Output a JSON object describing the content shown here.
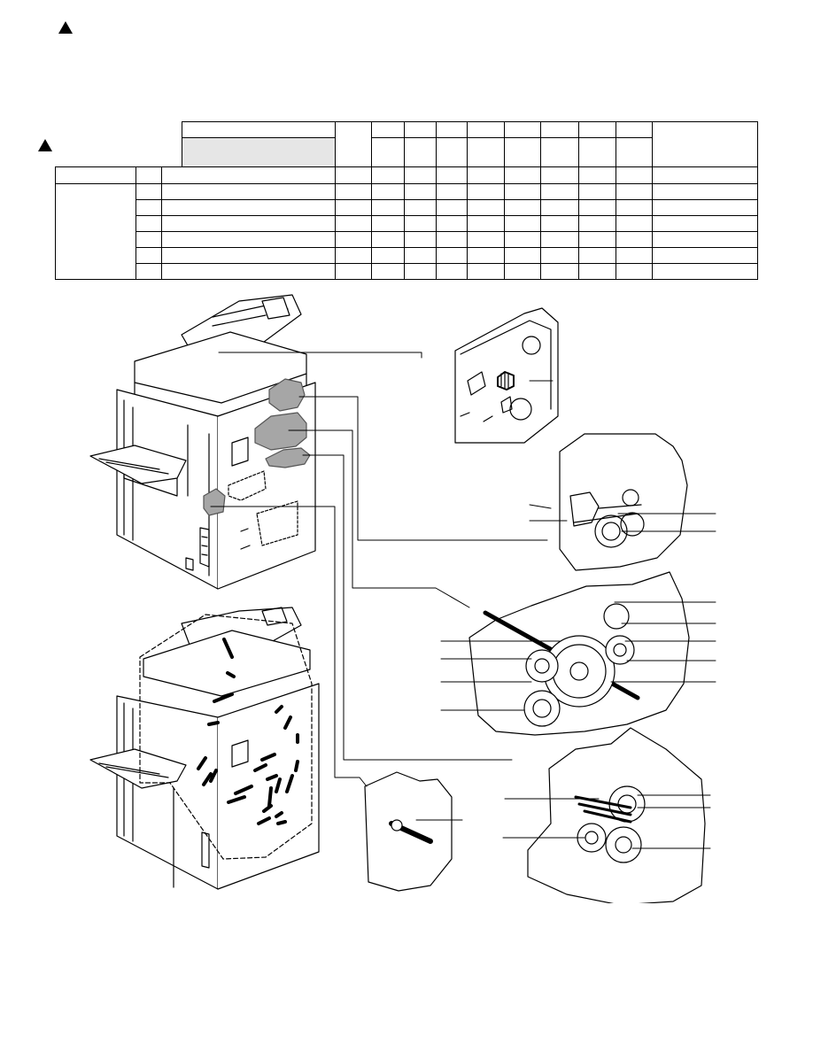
{
  "document": {
    "title": ""
  },
  "colors": {
    "ink": "#000000",
    "highlight": "#a6a6a6",
    "cell_shade": "#e6e6e6",
    "paper": "#ffffff"
  },
  "icons": {
    "warning_marks": [
      "triangle-icon",
      "triangle-icon"
    ]
  },
  "diagram": {
    "views": [
      "machine-overview",
      "lubrication-points",
      "drive-plate-gear",
      "toner-drive-unit",
      "developer-drive-unit",
      "process-drive-unit",
      "feed-drive-unit",
      "motor-shaft-gear"
    ],
    "callout_line_count": 18
  }
}
